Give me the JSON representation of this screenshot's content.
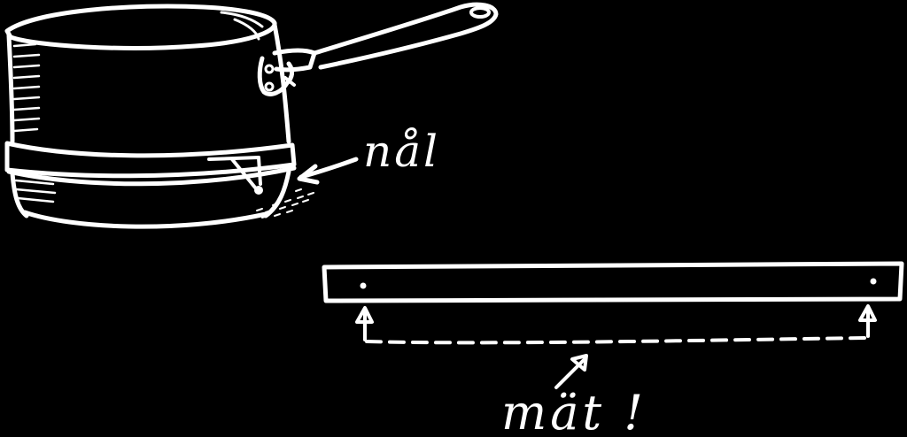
{
  "labels": {
    "needle": "nål",
    "measure": "mät !"
  },
  "colors": {
    "background": "#000000",
    "ink": "#ffffff"
  },
  "illustration": {
    "objects": [
      "saucepan-icon",
      "handle-icon",
      "strip-icon",
      "needle-icon",
      "arrow-icon",
      "dashed-measure-line"
    ]
  }
}
